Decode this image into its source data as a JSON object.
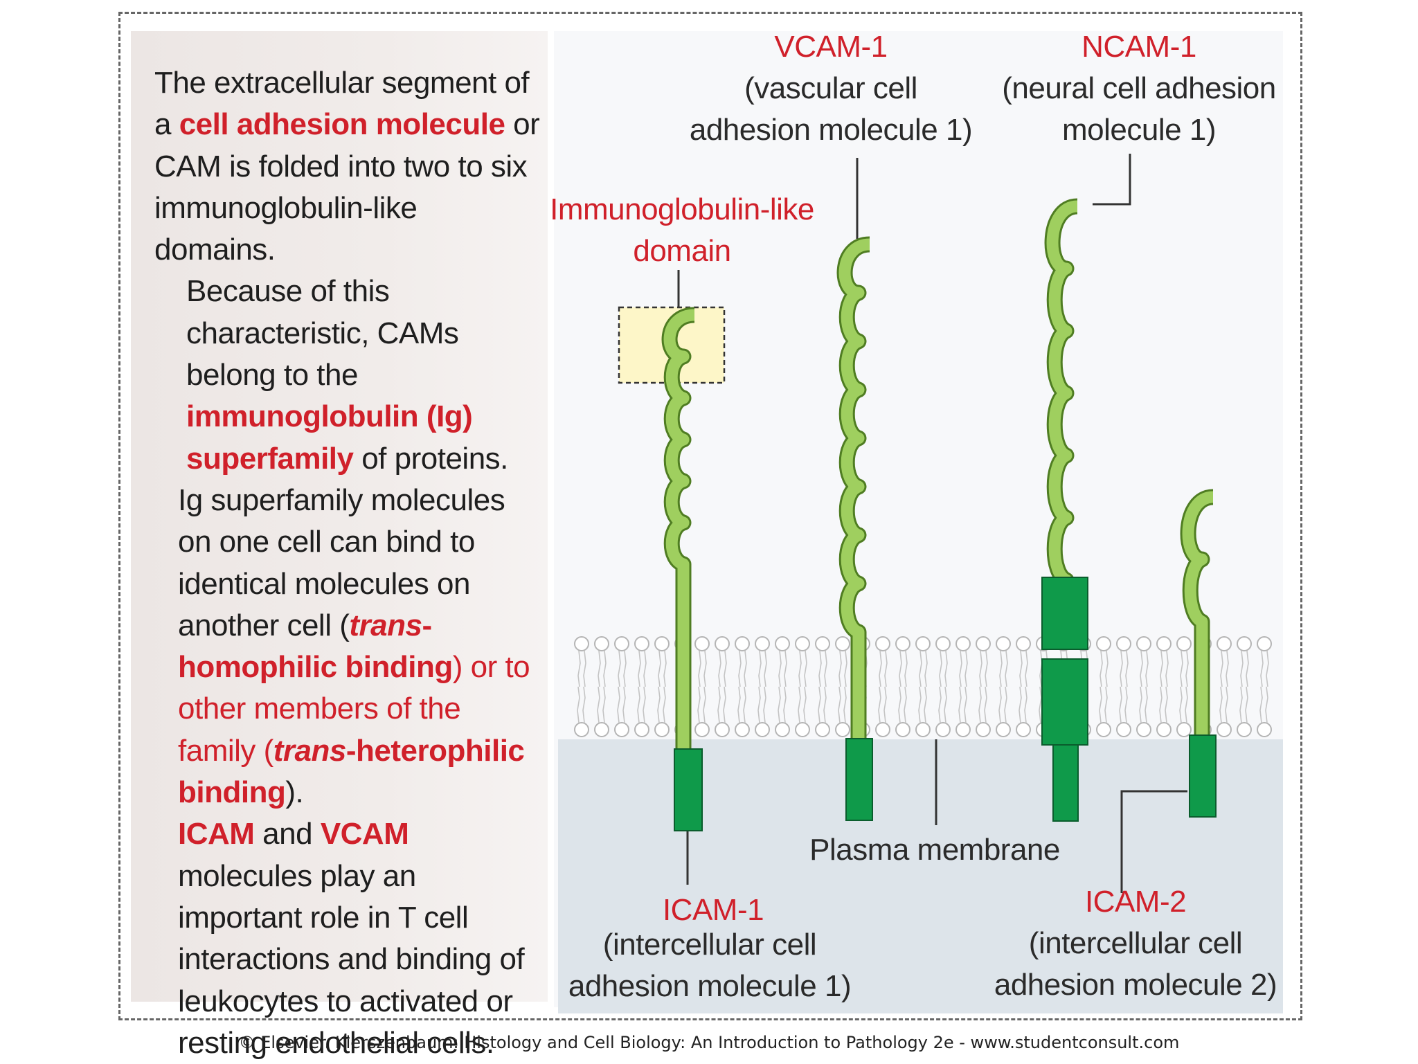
{
  "text_panel": {
    "p1_a": "The extracellular segment of a ",
    "p1_b": "cell adhesion molecule",
    "p1_c": " or CAM is folded into two to six immunoglobulin-like domains.",
    "p2_a": "Because of this characteristic, CAMs belong to the ",
    "p2_b": "immunoglobulin",
    "p2_c": " (",
    "p2_d": "Ig",
    "p2_e": ") ",
    "p2_f": "superfamily",
    "p2_g": " of proteins.",
    "p3_a": "Ig superfamily molecules on one cell can bind to identical molecules on another cell (",
    "p3_b": "trans",
    "p3_c": "-homophilic binding",
    "p3_d": ") or to other members of the family (",
    "p3_e": "trans",
    "p3_f": "-heterophilic binding",
    "p3_g": ").",
    "p4_a": "ICAM",
    "p4_b": " and ",
    "p4_c": "VCAM",
    "p4_d": " molecules play an important role in T cell interactions and binding of leukocytes to activated or resting endothelial cells."
  },
  "labels": {
    "vcam1_name": "VCAM-1",
    "vcam1_desc1": "(vascular cell",
    "vcam1_desc2": "adhesion molecule 1)",
    "ncam1_name": "NCAM-1",
    "ncam1_desc1": "(neural cell adhesion",
    "ncam1_desc2": "molecule 1)",
    "ig_domain1": "Immunoglobulin-like",
    "ig_domain2": "domain",
    "plasma_membrane": "Plasma membrane",
    "icam1_name": "ICAM-1",
    "icam1_desc1": "(intercellular cell",
    "icam1_desc2": "adhesion molecule 1)",
    "icam2_name": "ICAM-2",
    "icam2_desc1": "(intercellular cell",
    "icam2_desc2": "adhesion molecule 2)"
  },
  "credit": "© Elsevier. Kierszenbaum: Histology and Cell Biology: An Introduction to Pathology 2e - www.studentconsult.com",
  "colors": {
    "highlight_red": "#d0202a",
    "domain_green": "#9fcf5f",
    "domain_outline": "#4f7d22",
    "transmembrane_green": "#0f9a4a",
    "domain_box_fill": "#fdf6c8",
    "cytoplasm": "#dde4ea"
  }
}
